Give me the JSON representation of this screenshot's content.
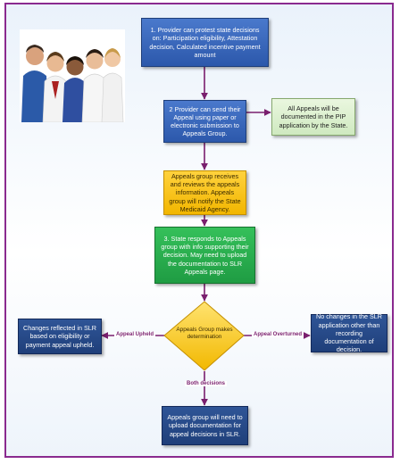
{
  "nodes": {
    "step1": "1. Provider can protest state decisions on: Participation eligibility, Attestation decision, Calculated incentive payment amount",
    "step2": "2 Provider can send their Appeal using paper or electronic submission to Appeals Group.",
    "pip_note": "All Appeals will be documented in the PIP application by the State.",
    "appeals_receives": "Appeals group receives and reviews the appeals information. Appeals group will notify the State Medicaid Agency.",
    "step3": "3. State responds to Appeals group with info supporting their decision. May need to upload the documentation to SLR Appeals page.",
    "decision": "Appeals Group makes determination",
    "upheld_result": "Changes reflected in SLR based on eligibility or payment appeal upheld.",
    "overturned_result": "No changes in the SLR application other than recording documentation of decision.",
    "final_step": "Appeals group will need to upload documentation for appeal decisions in SLR."
  },
  "edge_labels": {
    "upheld": "Appeal Upheld",
    "overturned": "Appeal Overturned",
    "both": "Both decisions"
  },
  "colors": {
    "border": "#8a2a8f",
    "arrow": "#7a1f6e",
    "diamond": "#f7c928"
  }
}
